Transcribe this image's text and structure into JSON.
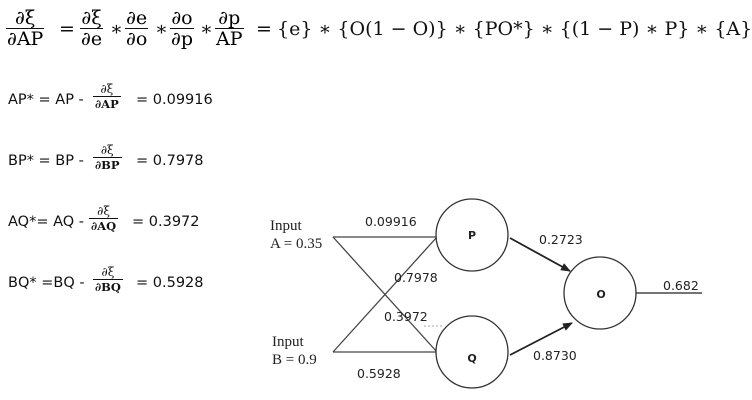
{
  "equation": {
    "lhs": {
      "num": "∂ξ",
      "den": "∂AP"
    },
    "f1": {
      "num": "∂ξ",
      "den": "∂e"
    },
    "f2": {
      "num": "∂e",
      "den": "∂o"
    },
    "f3": {
      "num": "∂o",
      "den": "∂p"
    },
    "f4": {
      "num": "∂p",
      "den": "AP"
    },
    "times": "∗",
    "equals": "=",
    "rhs": "{e} ∗ {O(1 − O)} ∗ {PO*} ∗ {(1 − P) ∗ P} ∗ {A}"
  },
  "updates": [
    {
      "lhs": "AP* = AP - ",
      "num": "∂ξ",
      "den": "∂AP",
      "rhs": "= 0.09916"
    },
    {
      "lhs": "BP* = BP - ",
      "num": "∂ξ",
      "den": "∂BP",
      "rhs": "= 0.7978"
    },
    {
      "lhs": "AQ*= AQ -",
      "num": "∂ξ",
      "den": "∂AQ",
      "rhs": "= 0.3972"
    },
    {
      "lhs": "BQ* =BQ - ",
      "num": "∂ξ",
      "den": "∂BQ",
      "rhs": "= 0.5928"
    }
  ],
  "network": {
    "input_a": {
      "line1": "Input",
      "line2": "A = 0.35"
    },
    "input_b": {
      "line1": "Input",
      "line2": "B = 0.9"
    },
    "nodes": {
      "p": "P",
      "q": "Q",
      "o": "O"
    },
    "weights": {
      "ap": "0.09916",
      "bp": "0.7978",
      "aq": "0.3972",
      "bq": "0.5928",
      "po": "0.2723",
      "qo": "0.8730"
    },
    "output": "0.682"
  }
}
